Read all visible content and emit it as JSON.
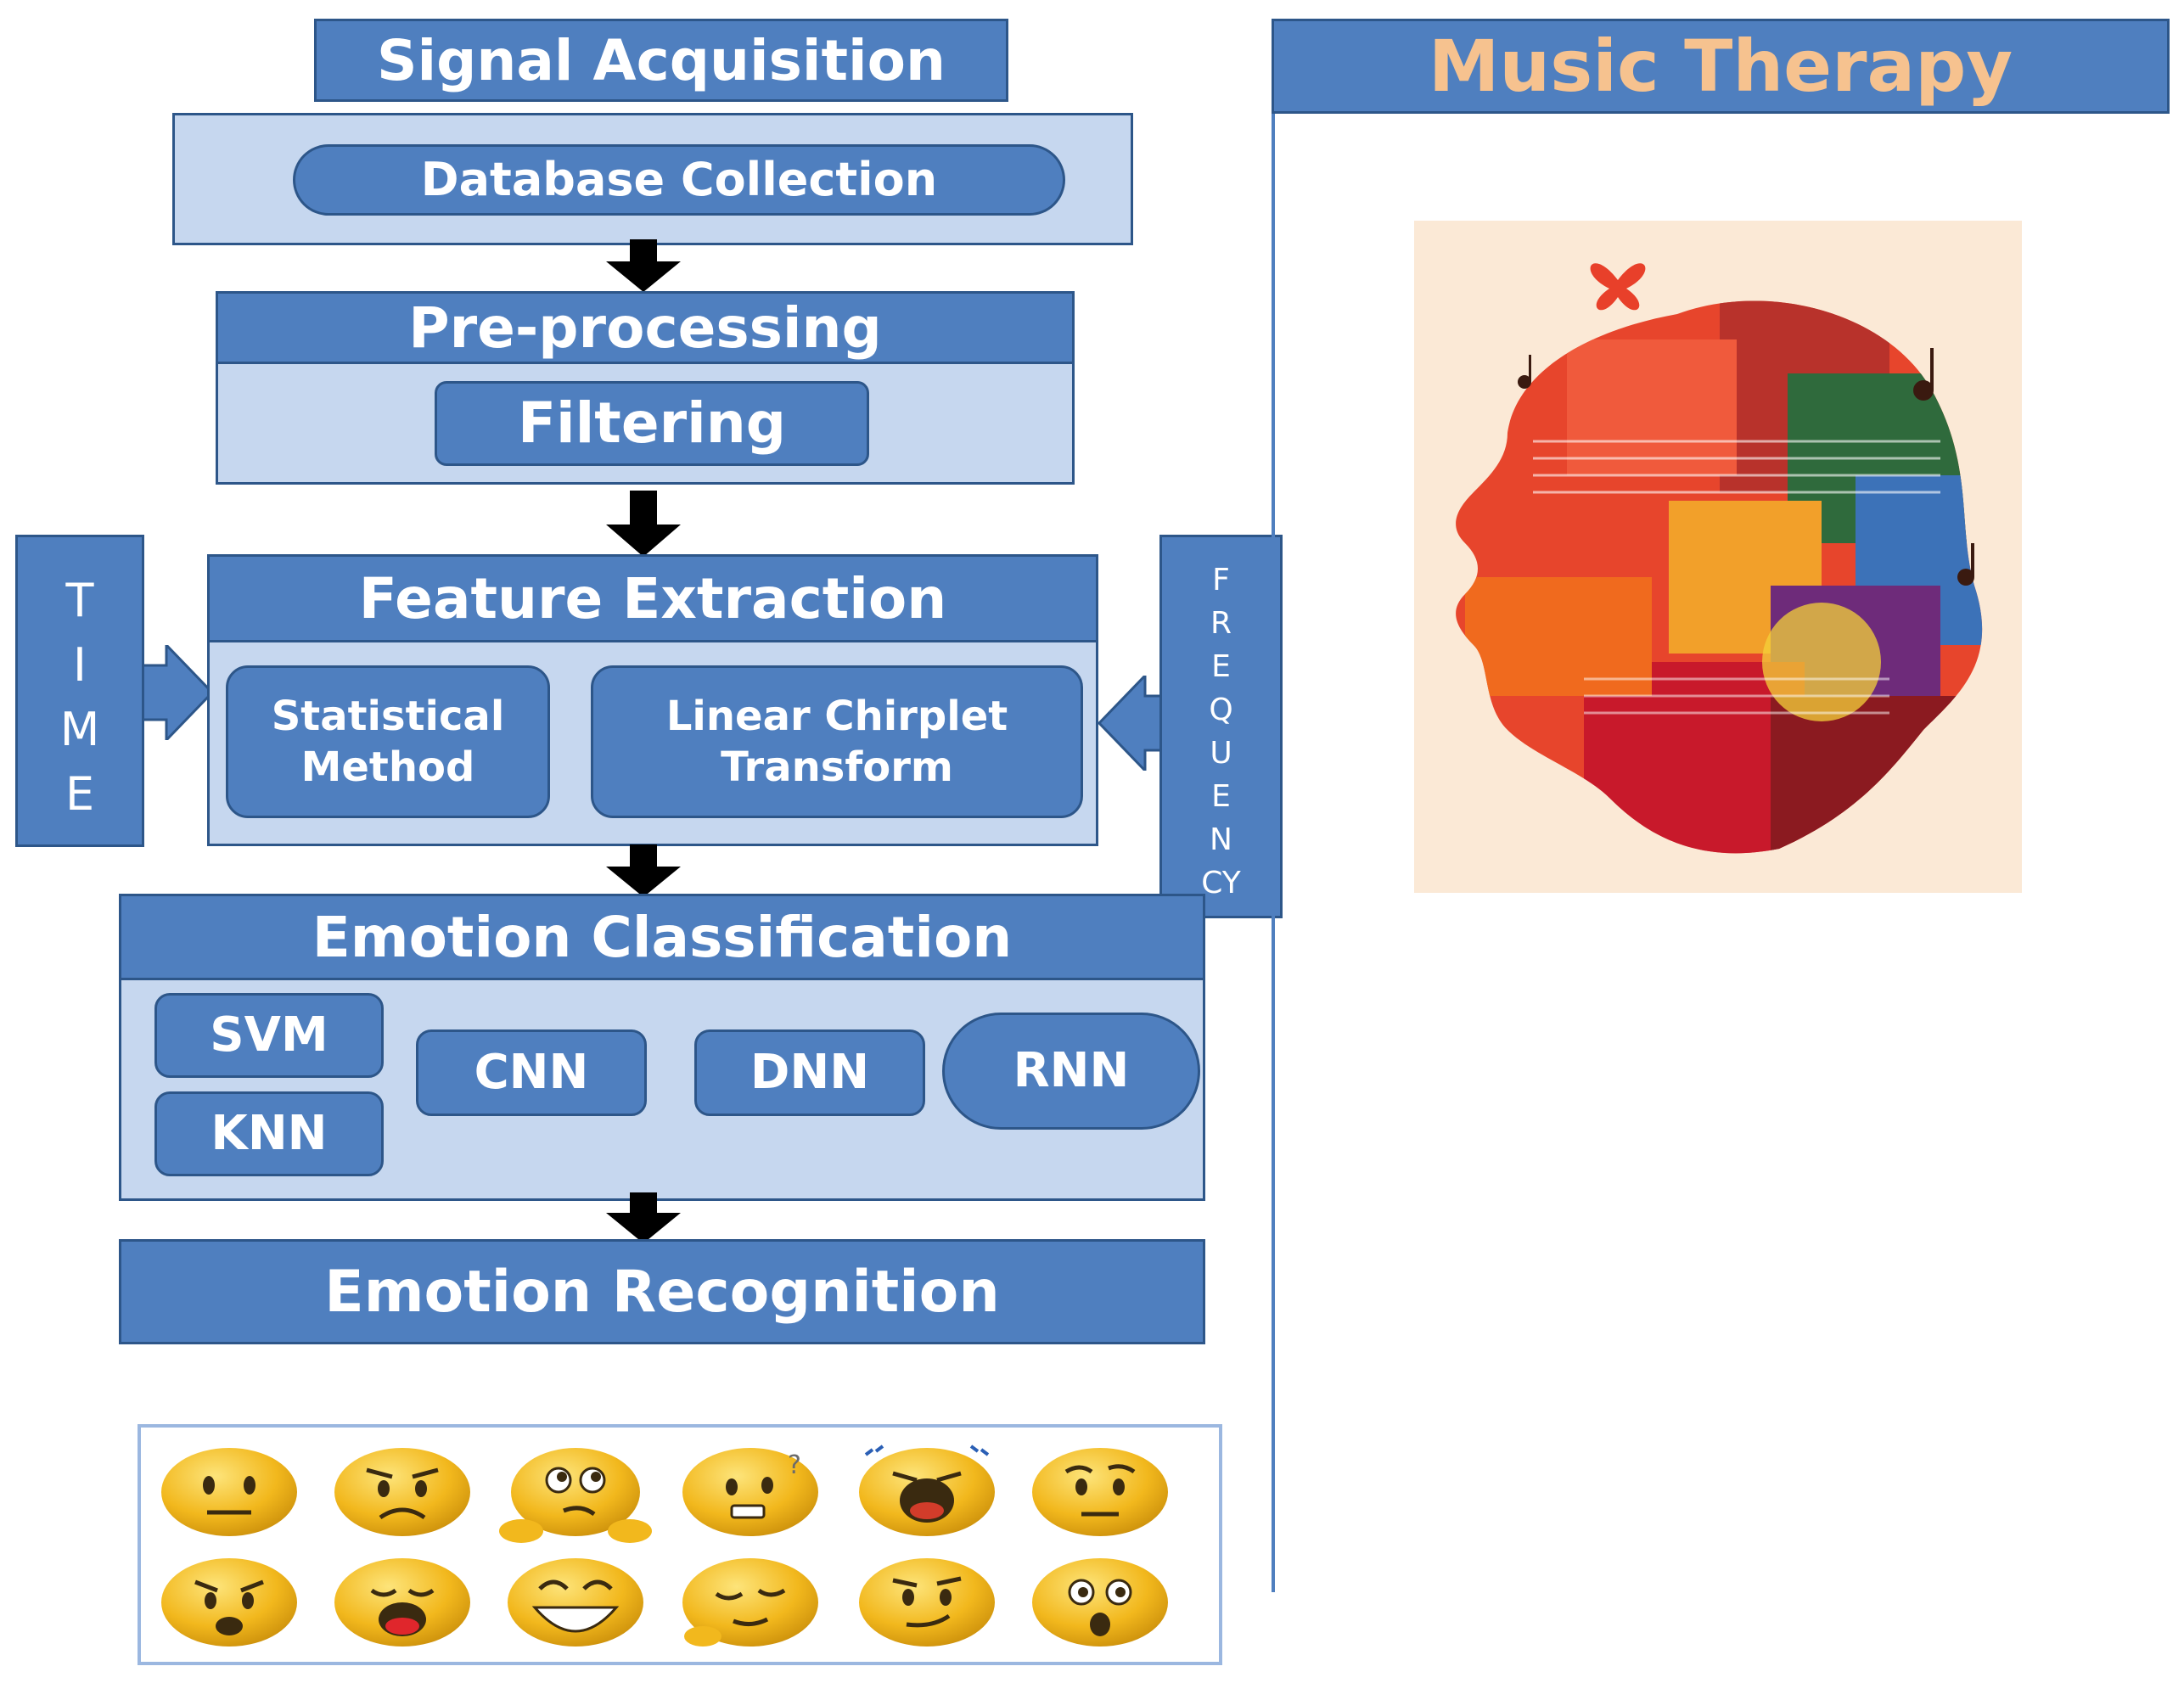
{
  "pipeline": {
    "signal_acquisition": "Signal Acquisition",
    "database_collection": "Database Collection",
    "preprocessing": "Pre-processing",
    "filtering": "Filtering",
    "feature_extraction": "Feature Extraction",
    "statistical_method": [
      "Statistical",
      "Method"
    ],
    "linear_chirplet": [
      "Linear Chirplet",
      "Transform"
    ],
    "emotion_classification": "Emotion Classification",
    "svm": "SVM",
    "knn": "KNN",
    "cnn": "CNN",
    "dnn": "DNN",
    "rnn": "RNN",
    "emotion_recognition": "Emotion Recognition"
  },
  "side_labels": {
    "time": [
      "T",
      "I",
      "M",
      "E"
    ],
    "frequency": [
      "F",
      "R",
      "E",
      "Q",
      "U",
      "E",
      "N",
      "CY"
    ]
  },
  "music_therapy": {
    "title": "Music Therapy",
    "title_color": "#f6c28f"
  },
  "colors": {
    "box_fill": "#4f7fbf",
    "panel_fill": "#c6d7ef",
    "border": "#2d5689",
    "emoji": "#f2b81d"
  },
  "icons": {
    "head": "colorful-music-head-illustration",
    "emojis": [
      "neutral-face",
      "worried-face",
      "thinking-face",
      "confused-face",
      "screaming-face",
      "skeptical-face",
      "anxious-face",
      "yawning-face",
      "grinning-face",
      "sleepy-face",
      "smirking-face",
      "surprised-face"
    ]
  }
}
